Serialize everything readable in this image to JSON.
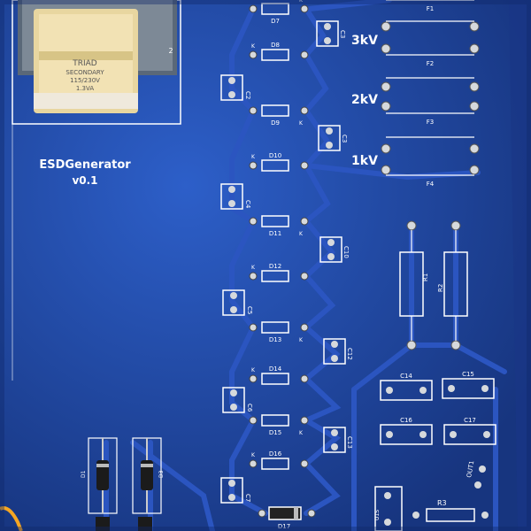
{
  "board": {
    "title": "ESDGenerator",
    "version": "v0.1"
  },
  "transformer": {
    "label_lines": [
      "TRIAD",
      "SECONDARY",
      "115/230V",
      "1.3VA"
    ],
    "pin_label": "2"
  },
  "voltages": [
    "3kV",
    "2kV",
    "1kV"
  ],
  "fuses": [
    "F1",
    "F2",
    "F3",
    "F4"
  ],
  "resistors": [
    "R1",
    "R2"
  ],
  "resistor_small": "R3",
  "diodes": [
    "D7",
    "D8",
    "D9",
    "D10",
    "D11",
    "D12",
    "D13",
    "D14",
    "D15",
    "D16",
    "D17"
  ],
  "diode_marker": "K",
  "capacitors_left": [
    "C2",
    "C4",
    "C5",
    "C6",
    "C7"
  ],
  "capacitors_right": [
    "C3",
    "C3",
    "C10",
    "C12",
    "C13"
  ],
  "caps_bottom": [
    "C14",
    "C15",
    "C16",
    "C17"
  ],
  "bottom_diodes": [
    "D1",
    "D3"
  ],
  "misc": {
    "out_label": "OUT1",
    "vert_label": "U1S"
  },
  "colors": {
    "board": "#1c3f95",
    "trace": "#2b55c0",
    "silk": "#ffffff",
    "pad": "#d6d9dc"
  }
}
